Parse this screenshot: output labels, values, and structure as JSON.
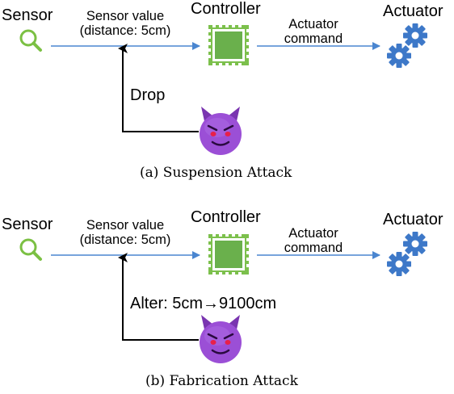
{
  "colors": {
    "arrow_blue": "#4a86d0",
    "sensor_green": "#7bc043",
    "controller_green": "#6ab04c",
    "actuator_blue": "#3d78c8",
    "devil_purple": "#8e44c8",
    "attack_line": "#000000"
  },
  "panels": [
    {
      "sensor": {
        "label": "Sensor",
        "icon": "magnifier-icon"
      },
      "sensor_value": {
        "line1": "Sensor value",
        "line2": "(distance: 5cm)"
      },
      "controller": {
        "label": "Controller",
        "icon": "chip-icon"
      },
      "actuator_command": {
        "line1": "Actuator",
        "line2": "command"
      },
      "actuator": {
        "label": "Actuator",
        "icon": "gears-icon"
      },
      "attack_action": "Drop",
      "attacker": {
        "icon": "devil-icon"
      },
      "caption": "(a)  Suspension Attack"
    },
    {
      "sensor": {
        "label": "Sensor",
        "icon": "magnifier-icon"
      },
      "sensor_value": {
        "line1": "Sensor value",
        "line2": "(distance: 5cm)"
      },
      "controller": {
        "label": "Controller",
        "icon": "chip-icon"
      },
      "actuator_command": {
        "line1": "Actuator",
        "line2": "command"
      },
      "actuator": {
        "label": "Actuator",
        "icon": "gears-icon"
      },
      "attack_action": "Alter: 5cm→9100cm",
      "attacker": {
        "icon": "devil-icon"
      },
      "caption": "(b)  Fabrication Attack"
    }
  ]
}
